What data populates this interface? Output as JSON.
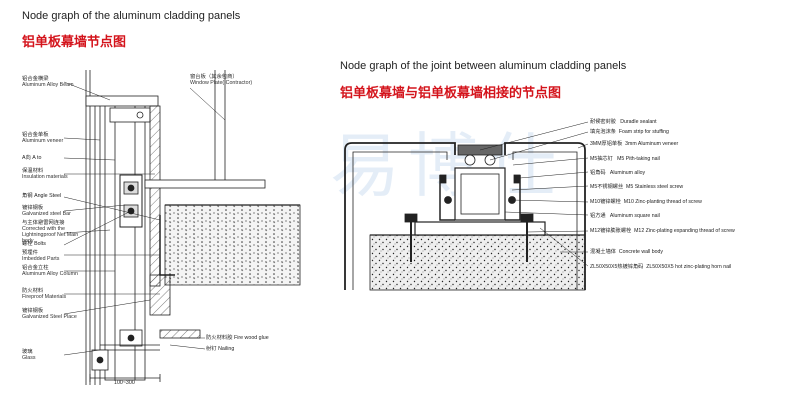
{
  "left": {
    "title_en": "Node graph of the aluminum cladding panels",
    "title_cn": "铝单板幕墙节点图",
    "labels": [
      {
        "cn": "铝合金横梁",
        "en": "Aluminum Alloy Beam"
      },
      {
        "cn": "铝合金单板",
        "en": "Aluminum veneer"
      },
      {
        "cn": "A向 A to",
        "en": ""
      },
      {
        "cn": "保温材料",
        "en": "Insulation materials"
      },
      {
        "cn": "角钢 Angle Steel",
        "en": ""
      },
      {
        "cn": "镀锌钢板",
        "en": "Galvanized steel Bar"
      },
      {
        "cn": "与主体避雷网连接",
        "en": "Corrected with the Lightningproof Net Main body"
      },
      {
        "cn": "螺栓 Bolts",
        "en": ""
      },
      {
        "cn": "预埋件",
        "en": "Imbedded Parts"
      },
      {
        "cn": "铝合金立柱",
        "en": "Aluminum Alloy Column"
      },
      {
        "cn": "防火材料",
        "en": "Fireproof Materials"
      },
      {
        "cn": "镀锌钢板",
        "en": "Galvanized Steel Place"
      },
      {
        "cn": "玻璃",
        "en": "Glass"
      }
    ],
    "window_cn": "窗台板（其余包商）",
    "window_en": "Window Plate( Contractor)",
    "fire_glue": "防火材料胶  Fire wood glue",
    "nailing": "射钉 Nailing",
    "dim": "100~300"
  },
  "right": {
    "title_en": "Node graph of the joint between aluminum cladding panels",
    "title_cn": "铝单板幕墙与铝单板幕墙相接的节点图",
    "labels": [
      {
        "cn": "耐候密封胶",
        "en": "Duradle sealant"
      },
      {
        "cn": "填充泡沫条",
        "en": "Foam strip for stuffing"
      },
      {
        "cn": "3MM厚铝单板",
        "en": "3mm Aluminum veneer"
      },
      {
        "cn": "M5抽芯钉",
        "en": "M5 Pith-taking nail"
      },
      {
        "cn": "铝角码",
        "en": "Aluminum alloy"
      },
      {
        "cn": "M5不锈钢螺丝",
        "en": "M5 Stainless steel screw"
      },
      {
        "cn": "M10镀锌螺栓",
        "en": "M10 Zinc-planting thread of screw"
      },
      {
        "cn": "铝方通",
        "en": "Aluminum square nail"
      },
      {
        "cn": "M12镀锌膨胀螺栓",
        "en": "M12 Zinc-plating expanding thread of screw"
      },
      {
        "cn": "混凝土墙体",
        "en": "Concrete wall body"
      },
      {
        "cn": "ZL50X50X5热镀锌角码",
        "en": "ZL50X50X5 hot zinc-plating horn nail"
      }
    ]
  },
  "colors": {
    "title_red": "#d4141c",
    "hatch": "#333333",
    "watermark": "#cfe0f2"
  }
}
